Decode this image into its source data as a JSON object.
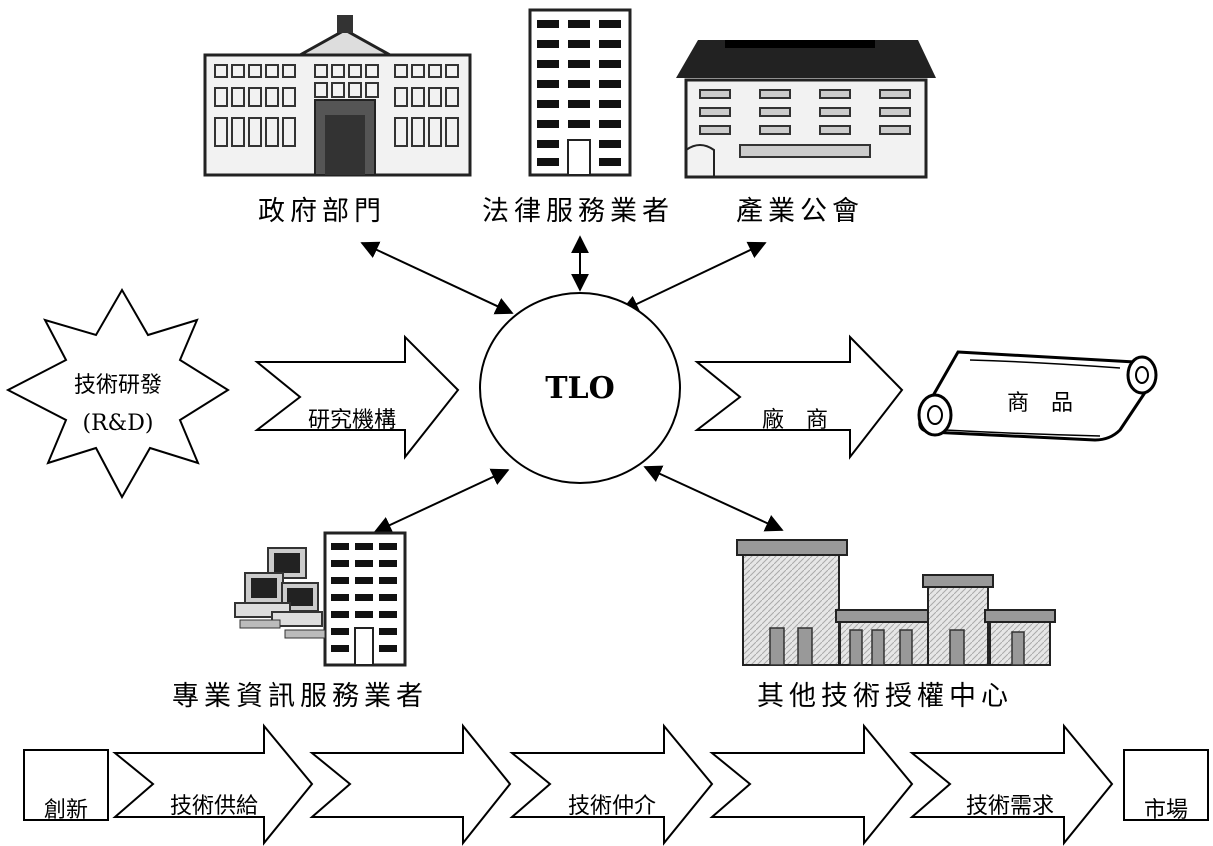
{
  "center": {
    "label": "TLO"
  },
  "top_entities": {
    "government": "政府部門",
    "legal_services": "法律服務業者",
    "industry_association": "產業公會"
  },
  "left": {
    "rd_star_line1": "技術研發",
    "rd_star_line2": "(R&D)",
    "research_arrow": "研究機構"
  },
  "right": {
    "manufacturer_arrow": "廠　商",
    "product_scroll": "商　品"
  },
  "bottom_entities": {
    "info_services": "專業資訊服務業者",
    "other_tlc": "其他技術授權中心"
  },
  "flow_row": {
    "start_box": "創新",
    "supply": "技術供給",
    "blank_1": "",
    "brokerage": "技術仲介",
    "blank_2": "",
    "demand": "技術需求",
    "end_box": "市場"
  }
}
